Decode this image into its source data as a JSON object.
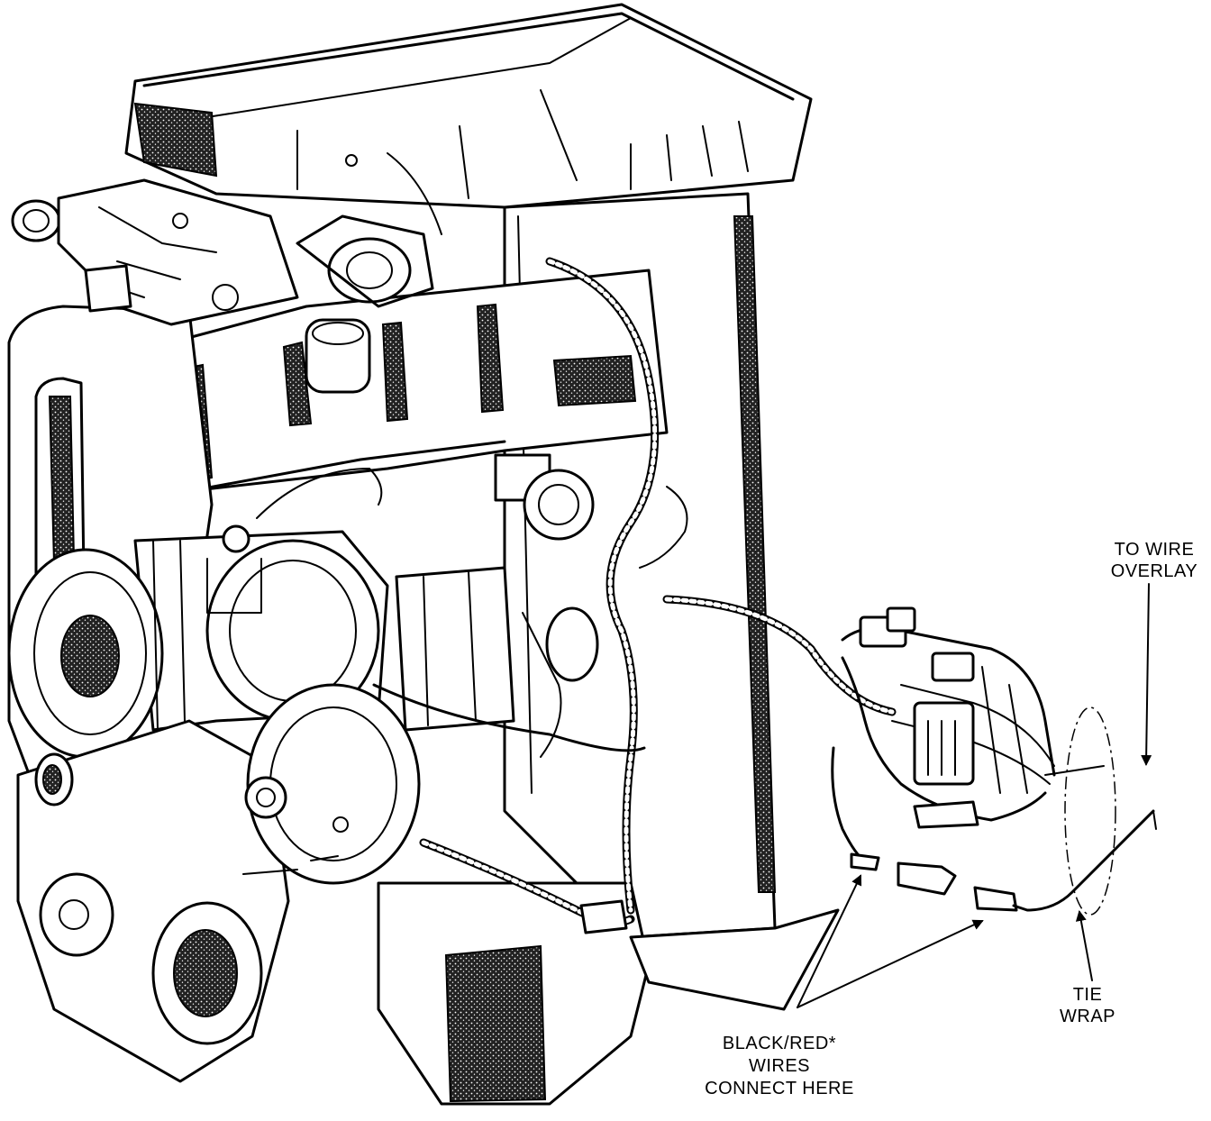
{
  "labels": {
    "to_wire_overlay_1": "TO WIRE",
    "to_wire_overlay_2": "OVERLAY",
    "tie_wrap_1": "TIE",
    "tie_wrap_2": "WRAP",
    "black_red_1": "BLACK/RED*",
    "black_red_2": "WIRES",
    "black_red_3": "CONNECT HERE"
  },
  "colors": {
    "line": "#000000",
    "background": "#ffffff"
  }
}
